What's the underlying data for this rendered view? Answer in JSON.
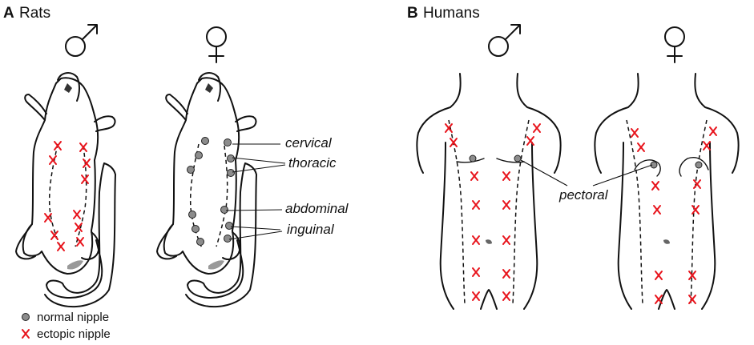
{
  "panels": {
    "a": {
      "letter": "A",
      "title": "Rats"
    },
    "b": {
      "letter": "B",
      "title": "Humans"
    }
  },
  "regions": {
    "cervical": "cervical",
    "thoracic": "thoracic",
    "abdominal": "abdominal",
    "inguinal": "inguinal",
    "pectoral": "pectoral"
  },
  "legend": {
    "normal": "normal nipple",
    "ectopic": "ectopic nipple"
  },
  "colors": {
    "ectopic": "#e8141c",
    "normal": "#8c8c8c",
    "outline": "#111111"
  },
  "symbols": {
    "male": "male-symbol",
    "female": "female-symbol"
  }
}
